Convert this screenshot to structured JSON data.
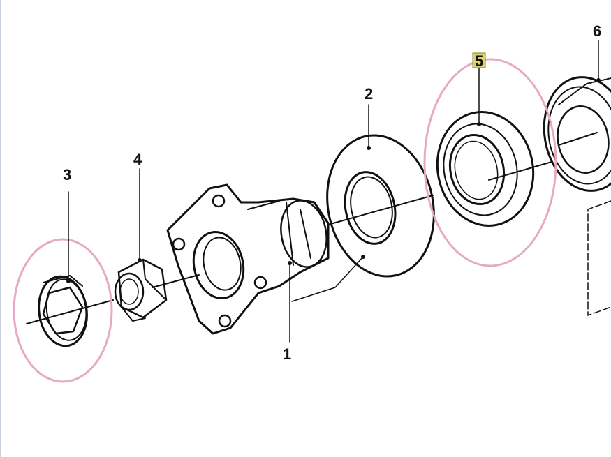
{
  "callouts": [
    {
      "id": "1",
      "text": "1"
    },
    {
      "id": "2",
      "text": "2"
    },
    {
      "id": "3",
      "text": "3"
    },
    {
      "id": "4",
      "text": "4"
    },
    {
      "id": "5",
      "text": "5"
    },
    {
      "id": "6",
      "text": "6"
    }
  ],
  "highlight_color": "#e7a9c4",
  "label5_badge_color": "#d9d36a"
}
